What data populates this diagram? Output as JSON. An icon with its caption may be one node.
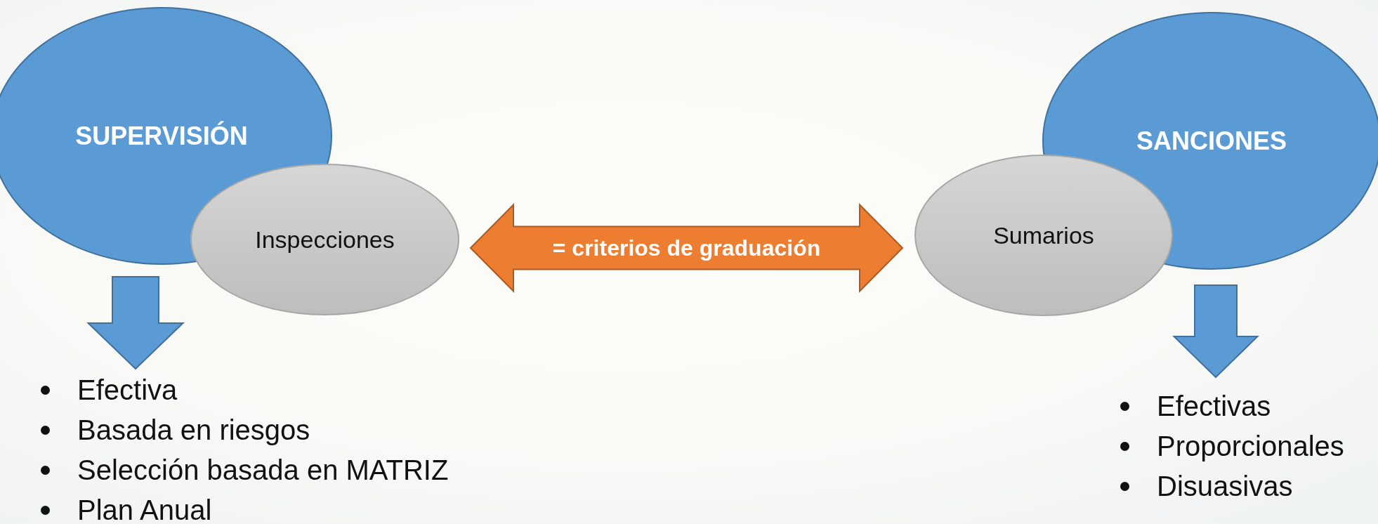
{
  "diagram": {
    "nodes": [
      {
        "text": [
          "SUPERVISIÓN"
        ]
      },
      {
        "text": [
          "Inspecciones"
        ]
      },
      {
        "text": [
          "Sumarios"
        ]
      },
      {
        "text": [
          "SANCIONES"
        ]
      },
      {
        "text": [
          "Efectiva",
          "Basada en riesgos",
          "Selección basada en MATRIZ",
          "Plan Anual"
        ]
      },
      {
        "text": [
          "Efectivas",
          "Proporcionales",
          "Disuasivas"
        ]
      }
    ],
    "edges": [
      {
        "from": 1,
        "to": 2,
        "arrow": "both",
        "label": "= criterios de graduación",
        "color": "#ed7d31"
      },
      {
        "from": 0,
        "to": 4,
        "arrow": "to"
      },
      {
        "from": 3,
        "to": 5,
        "arrow": "to"
      }
    ]
  }
}
